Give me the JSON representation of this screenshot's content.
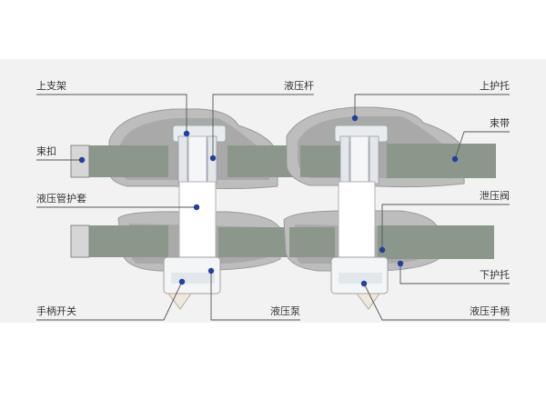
{
  "labels": {
    "upper_bracket": "上支架",
    "buckle": "束扣",
    "hydraulic_tube_sleeve": "液压管护套",
    "handle_switch": "手柄开关",
    "hydraulic_rod": "液压杆",
    "hydraulic_pump": "液压泵",
    "upper_support": "上护托",
    "strap": "束带",
    "release_valve": "泄压阀",
    "lower_support": "下护托",
    "hydraulic_handle": "液压手柄"
  },
  "colors": {
    "panel_bg": "#f2f2f2",
    "pad": "#bdbdbd",
    "pad_inner": "#a8a8a8",
    "strap": "#8a978a",
    "strap_dark": "#6f7c70",
    "metal": "#e9ecee",
    "marker": "#1f3fa5",
    "line": "#555555",
    "text": "#333333"
  }
}
